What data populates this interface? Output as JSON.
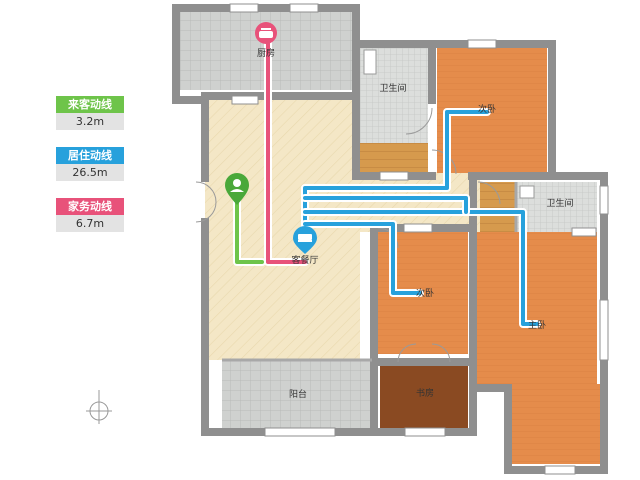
{
  "legend": {
    "guest": {
      "label": "来客动线",
      "value": "3.2m",
      "color": "#6ec44a"
    },
    "living": {
      "label": "居住动线",
      "value": "26.5m",
      "color": "#27a1dc"
    },
    "housework": {
      "label": "家务动线",
      "value": "6.7m",
      "color": "#e8527a"
    }
  },
  "rooms": {
    "kitchen": "厨房",
    "bath1": "卫生间",
    "bedroom2a": "次卧",
    "bath2": "卫生间",
    "living": "客餐厅",
    "bedroom2b": "次卧",
    "master": "主卧",
    "balcony": "阳台",
    "study": "书房"
  },
  "colors": {
    "wall": "#8f8f8f",
    "bedroom_floor": "#e58c4b",
    "living_floor": "#f4e7c6",
    "tile_floor": "#c9cbc9",
    "study_floor": "#8a4a22",
    "wood_floor": "#d69a4d"
  },
  "icons": {
    "entrance": "person-pin-icon",
    "kitchen": "pot-icon",
    "living": "sofa-icon",
    "compass": "compass-icon"
  }
}
